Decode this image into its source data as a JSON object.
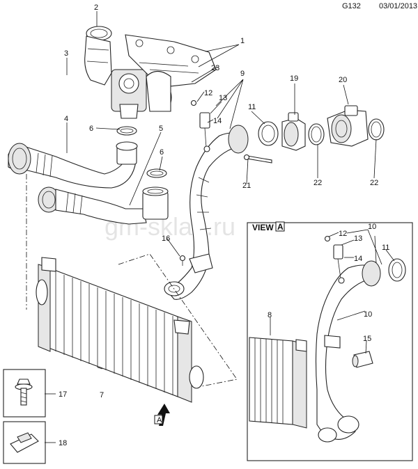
{
  "header": {
    "diagram_code": "G132",
    "date": "03/01/2013"
  },
  "watermark": "gm-sklad.ru",
  "view_label": {
    "prefix": "VIEW",
    "letter": "A"
  },
  "arrow_label": "A",
  "callouts": {
    "c1": "1",
    "c2": "2",
    "c3": "3",
    "c4": "4",
    "c5": "5",
    "c6a": "6",
    "c6b": "6",
    "c7": "7",
    "c8": "8",
    "c9": "9",
    "c10a": "10",
    "c10b": "10",
    "c11a": "11",
    "c11b": "11",
    "c12a": "12",
    "c12b": "12",
    "c13a": "13",
    "c13b": "13",
    "c14a": "14",
    "c14b": "14",
    "c15": "15",
    "c16": "16",
    "c17": "17",
    "c18": "18",
    "c19": "19",
    "c20": "20",
    "c21": "21",
    "c22a": "22",
    "c22b": "22",
    "c23": "23"
  }
}
